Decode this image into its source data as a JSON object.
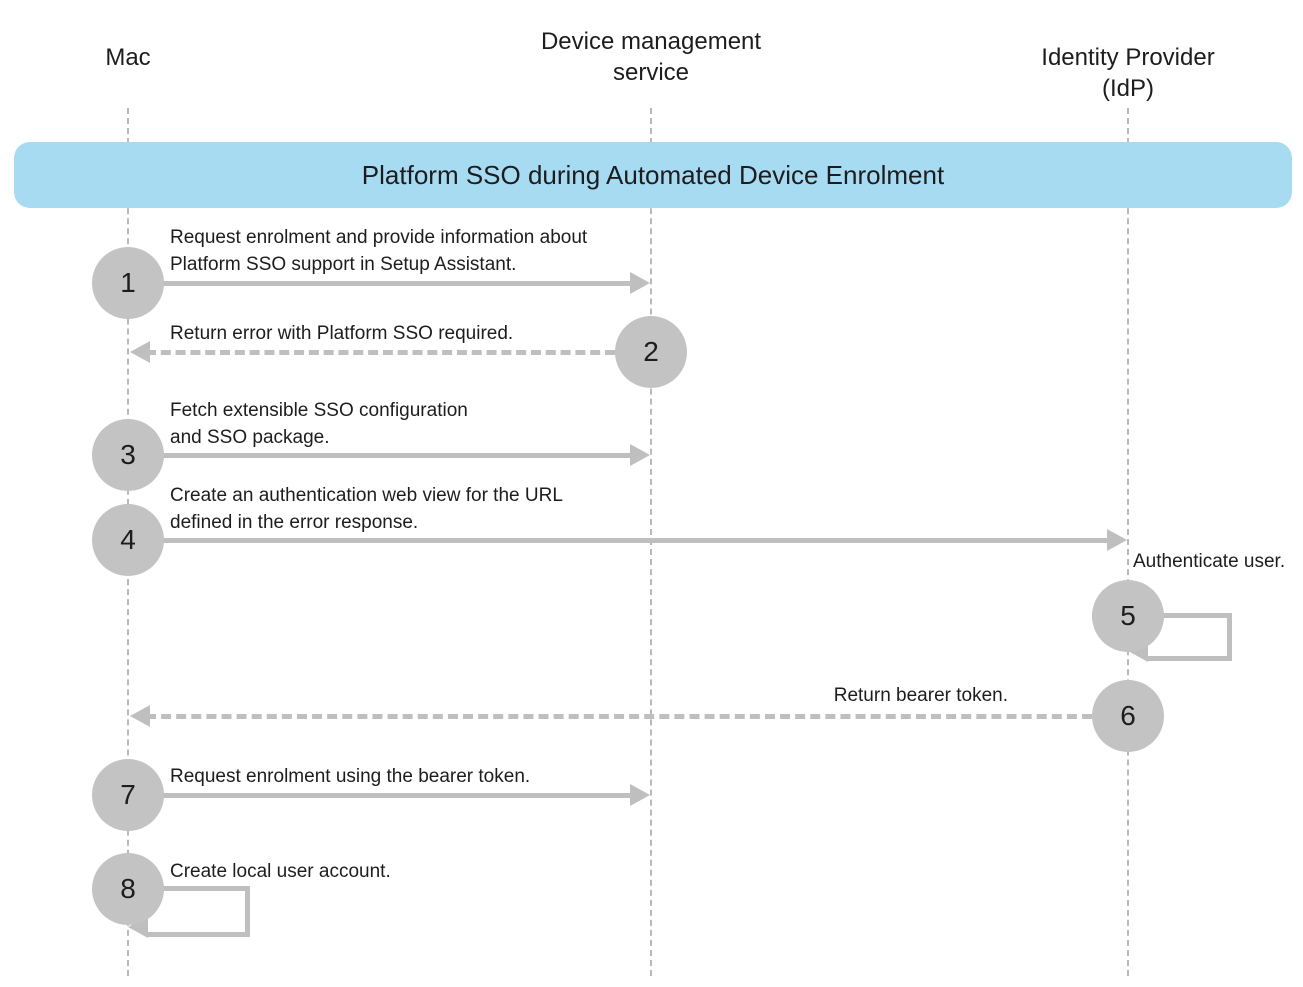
{
  "banner": {
    "title": "Platform SSO during Automated Device Enrolment"
  },
  "lifelines": [
    {
      "id": "mac",
      "label": "Mac"
    },
    {
      "id": "device-management",
      "label": "Device management\nservice"
    },
    {
      "id": "idp",
      "label": "Identity Provider (IdP)"
    }
  ],
  "steps": [
    {
      "num": "1",
      "label": "Request enrolment and provide information about\nPlatform SSO support in Setup Assistant."
    },
    {
      "num": "2",
      "label": "Return error with Platform SSO required."
    },
    {
      "num": "3",
      "label": "Fetch extensible SSO configuration\nand SSO package."
    },
    {
      "num": "4",
      "label": "Create an authentication web view for the URL\ndefined in the error response."
    },
    {
      "num": "5",
      "label": "Authenticate user."
    },
    {
      "num": "6",
      "label": "Return bearer token."
    },
    {
      "num": "7",
      "label": "Request enrolment using the bearer token."
    },
    {
      "num": "8",
      "label": "Create local user account."
    }
  ],
  "colors": {
    "banner_bg": "#a7dbf2",
    "circle_bg": "#c3c3c3",
    "arrow": "#bfbfbf",
    "lifeline": "#b9b9b9",
    "text": "#1d1d1f"
  }
}
